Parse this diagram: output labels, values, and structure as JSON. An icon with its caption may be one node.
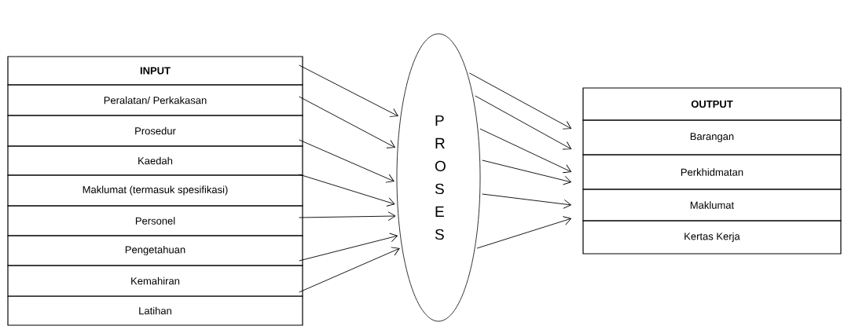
{
  "diagram": {
    "nodes": [
      {
        "text": [
          "**INPUT**"
        ]
      },
      {
        "text": [
          "Peralatan/ Perkakasan"
        ]
      },
      {
        "text": [
          "Prosedur"
        ]
      },
      {
        "text": [
          "Kaedah"
        ]
      },
      {
        "text": [
          "Maklumat (termasuk spesifikasi)"
        ]
      },
      {
        "text": [
          "Personel"
        ]
      },
      {
        "text": [
          "Pengetahuan"
        ]
      },
      {
        "text": [
          "Kemahiran"
        ]
      },
      {
        "text": [
          "Latihan"
        ]
      },
      {
        "text": [
          "P R O S E S"
        ]
      },
      {
        "text": [
          "**OUTPUT**"
        ]
      },
      {
        "text": [
          "Barangan"
        ]
      },
      {
        "text": [
          "Perkhidmatan"
        ]
      },
      {
        "text": [
          "Maklumat"
        ]
      },
      {
        "text": [
          "Kertas Kerja"
        ]
      }
    ],
    "edges": [
      {
        "from": 0,
        "to": 9,
        "arrow": "to"
      },
      {
        "from": 1,
        "to": 9,
        "arrow": "to"
      },
      {
        "from": 2,
        "to": 9,
        "arrow": "to"
      },
      {
        "from": 3,
        "to": 9,
        "arrow": "to"
      },
      {
        "from": 5,
        "to": 9,
        "arrow": "to"
      },
      {
        "from": 6,
        "to": 9,
        "arrow": "to"
      },
      {
        "from": 7,
        "to": 9,
        "arrow": "to"
      },
      {
        "from": 9,
        "to": 11,
        "arrow": "to"
      },
      {
        "from": 9,
        "to": 11,
        "arrow": "to"
      },
      {
        "from": 9,
        "to": 12,
        "arrow": "to"
      },
      {
        "from": 9,
        "to": 12,
        "arrow": "to"
      },
      {
        "from": 9,
        "to": 13,
        "arrow": "to"
      },
      {
        "from": 9,
        "to": 13,
        "arrow": "to"
      }
    ]
  }
}
